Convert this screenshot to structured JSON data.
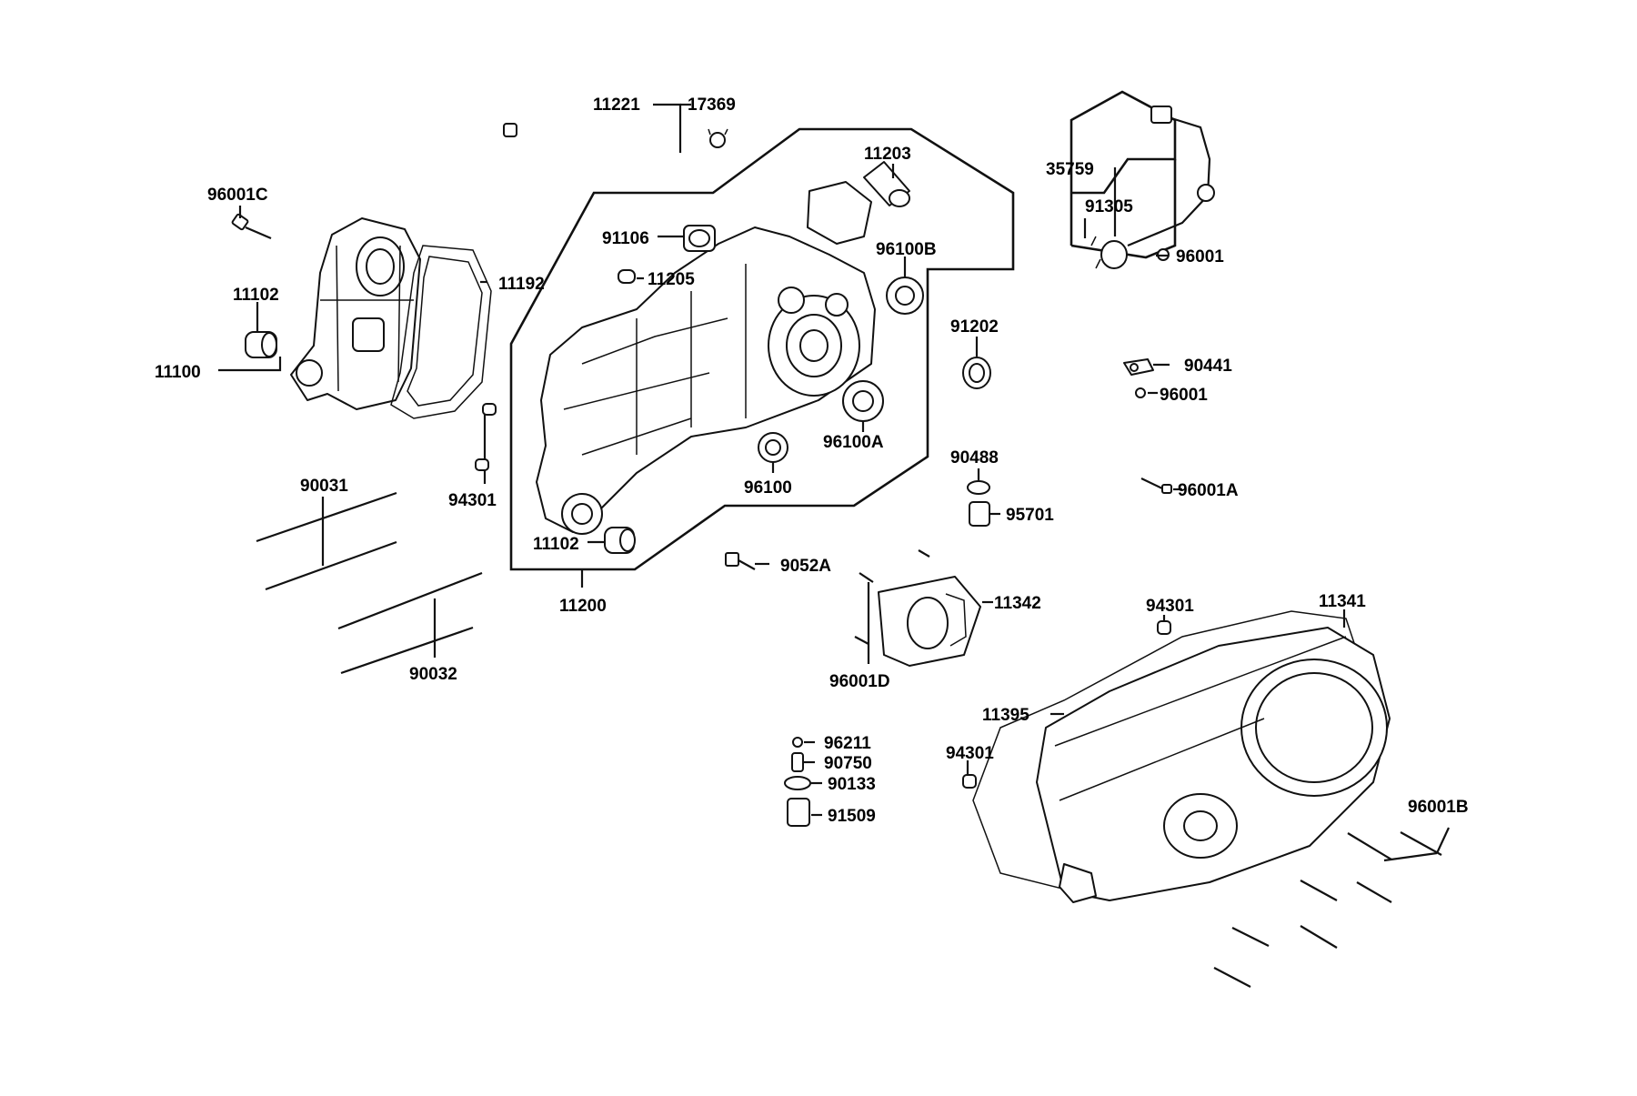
{
  "diagram": {
    "labels": {
      "p11221": "11221",
      "p17369": "17369",
      "p11203": "11203",
      "p96001C": "96001C",
      "p91106": "91106",
      "p11205": "11205",
      "p96100B": "96100B",
      "p11192": "11192",
      "p11102_top": "11102",
      "p11100": "11100",
      "p35759": "35759",
      "p91305": "91305",
      "p96001_top": "96001",
      "p91202": "91202",
      "p90441": "90441",
      "p96001_mid": "96001",
      "p96100A": "96100A",
      "p96100": "96100",
      "p90488": "90488",
      "p96001A": "96001A",
      "p95701": "95701",
      "p90031": "90031",
      "p94301_left": "94301",
      "p11102_bottom": "11102",
      "p9052A": "9052A",
      "p11200": "11200",
      "p11342": "11342",
      "p11341": "11341",
      "p94301_right_top": "94301",
      "p90032": "90032",
      "p96001D": "96001D",
      "p11395": "11395",
      "p96211": "96211",
      "p90750": "90750",
      "p94301_right_mid": "94301",
      "p90133": "90133",
      "p91509": "91509",
      "p96001B": "96001B"
    }
  }
}
